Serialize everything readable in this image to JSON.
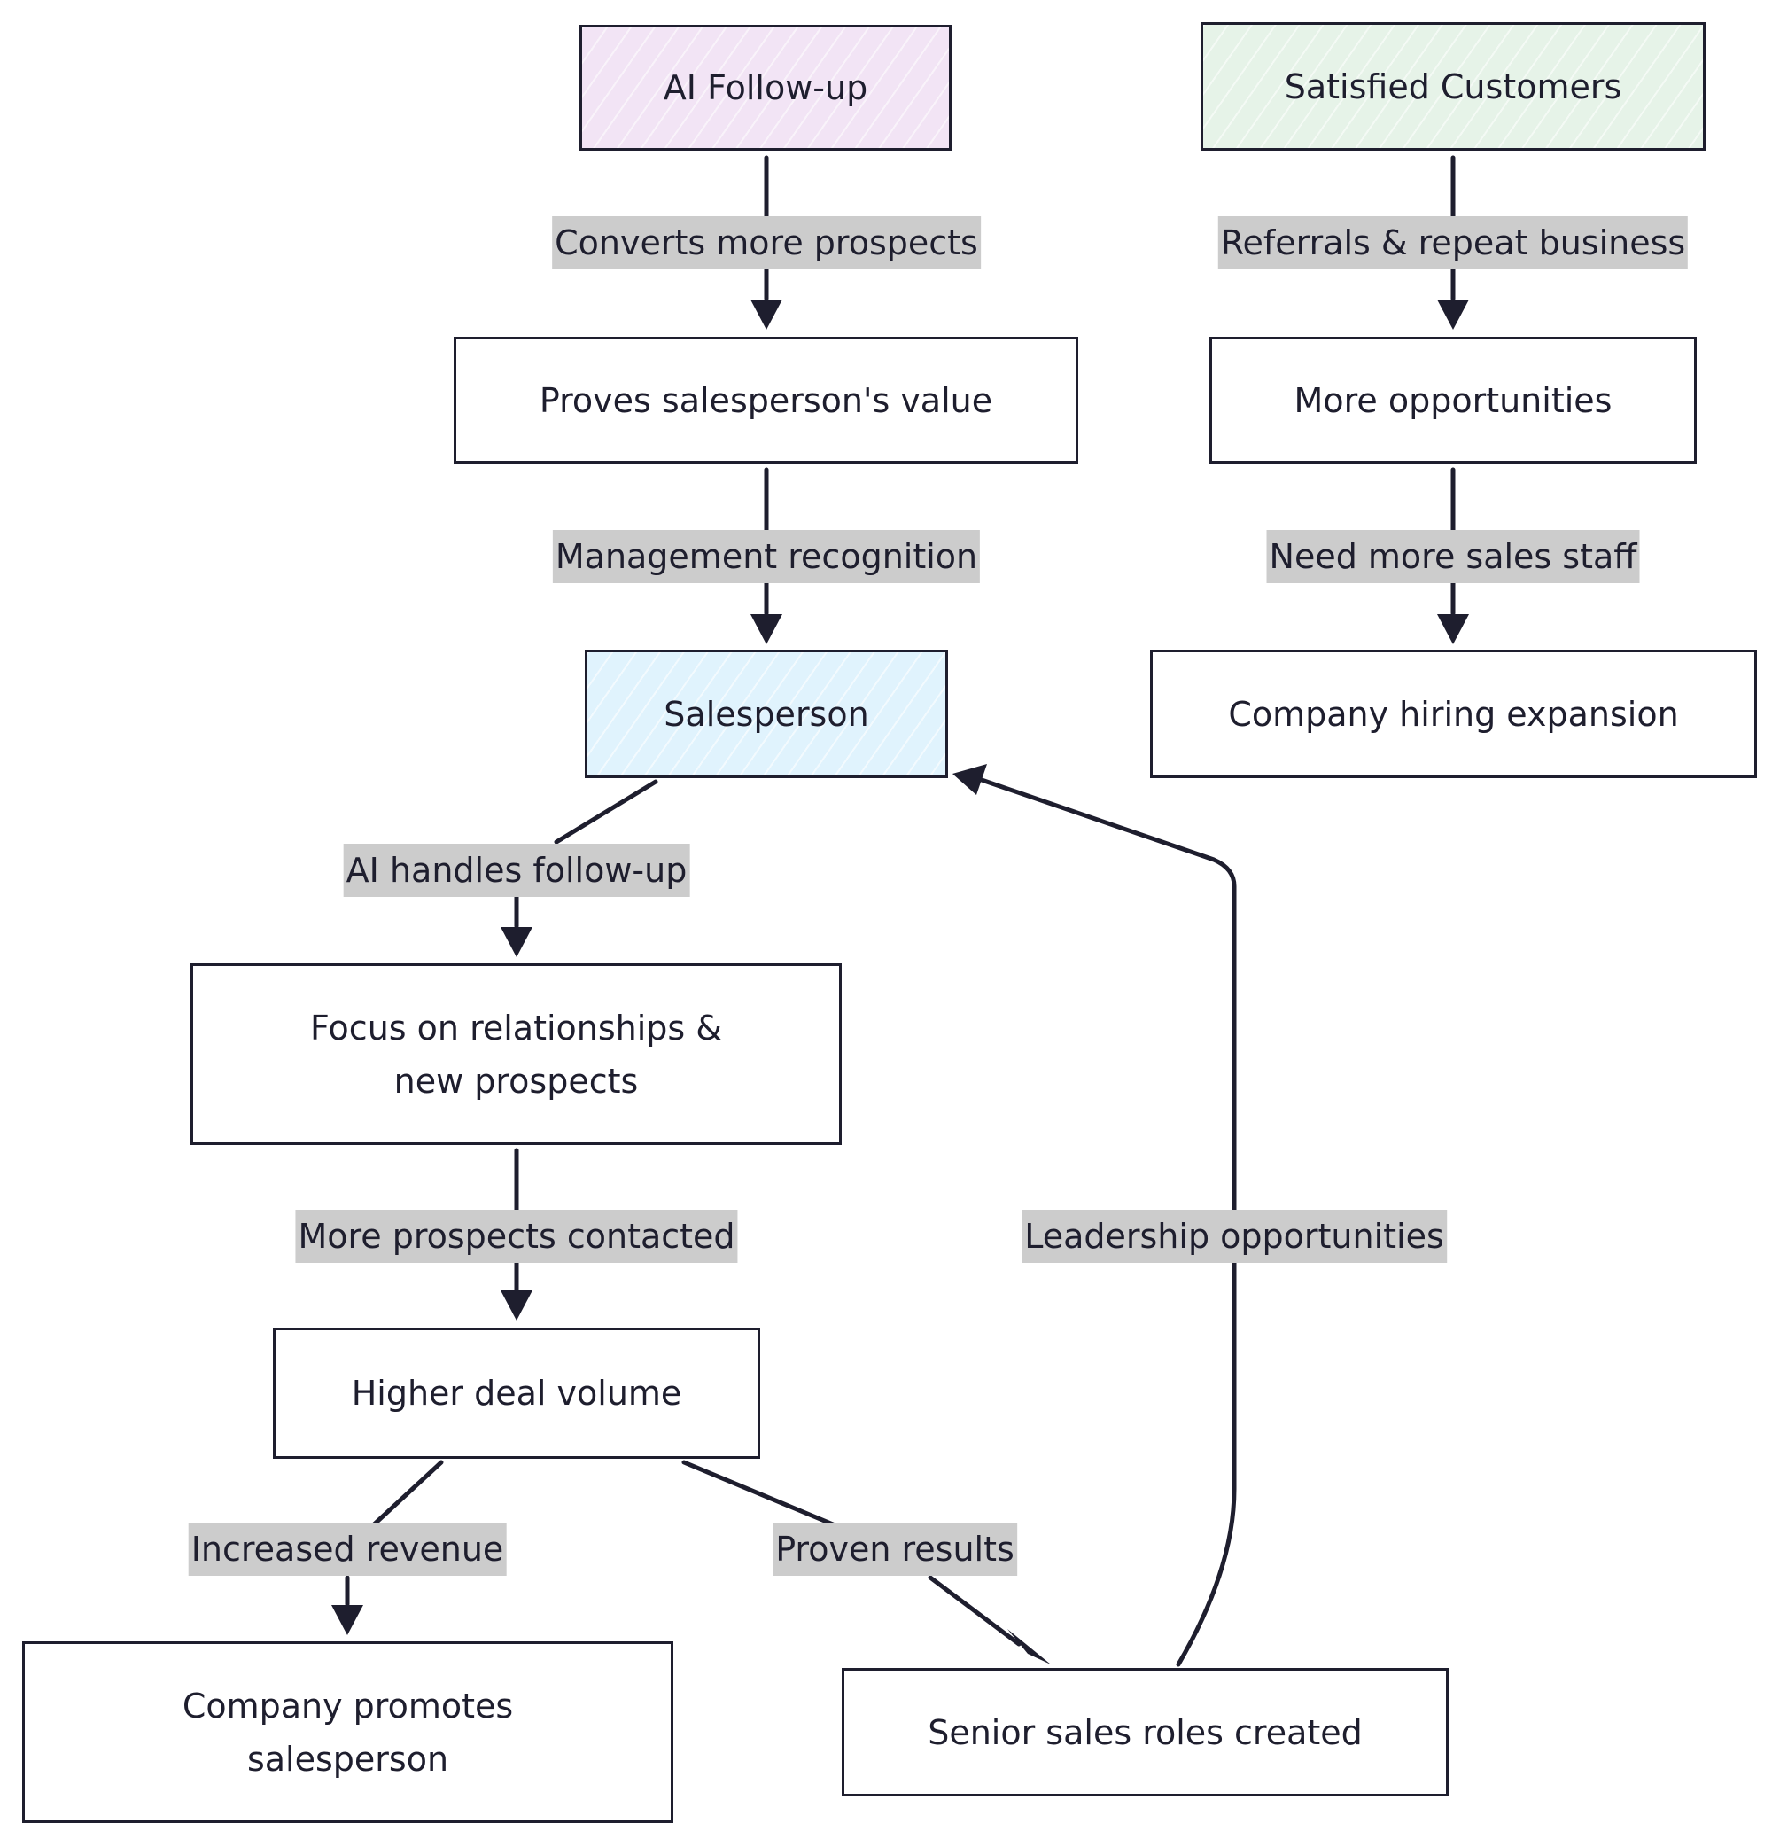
{
  "nodes": {
    "ai_followup": "AI Follow-up",
    "satisfied_customers": "Satisfied Customers",
    "proves_value": "Proves salesperson's value",
    "more_opportunities": "More opportunities",
    "salesperson": "Salesperson",
    "hiring_expansion": "Company hiring expansion",
    "focus_relationships": "Focus on relationships &\nnew prospects",
    "higher_deal_volume": "Higher deal volume",
    "company_promotes": "Company promotes\nsalesperson",
    "senior_roles": "Senior sales roles created"
  },
  "edges": {
    "converts_more": "Converts more prospects",
    "referrals": "Referrals & repeat business",
    "management_recognition": "Management recognition",
    "need_more_staff": "Need more sales staff",
    "ai_handles": "AI handles follow-up",
    "more_contacted": "More prospects contacted",
    "increased_revenue": "Increased revenue",
    "proven_results": "Proven results",
    "leadership": "Leadership opportunities"
  },
  "colors": {
    "stroke": "#1e1e2e",
    "label_bg": "#cccccc",
    "ai_followup_fill": "#f2e4f5",
    "satisfied_fill": "#e6f3e8",
    "salesperson_fill": "#e0f3fd"
  }
}
